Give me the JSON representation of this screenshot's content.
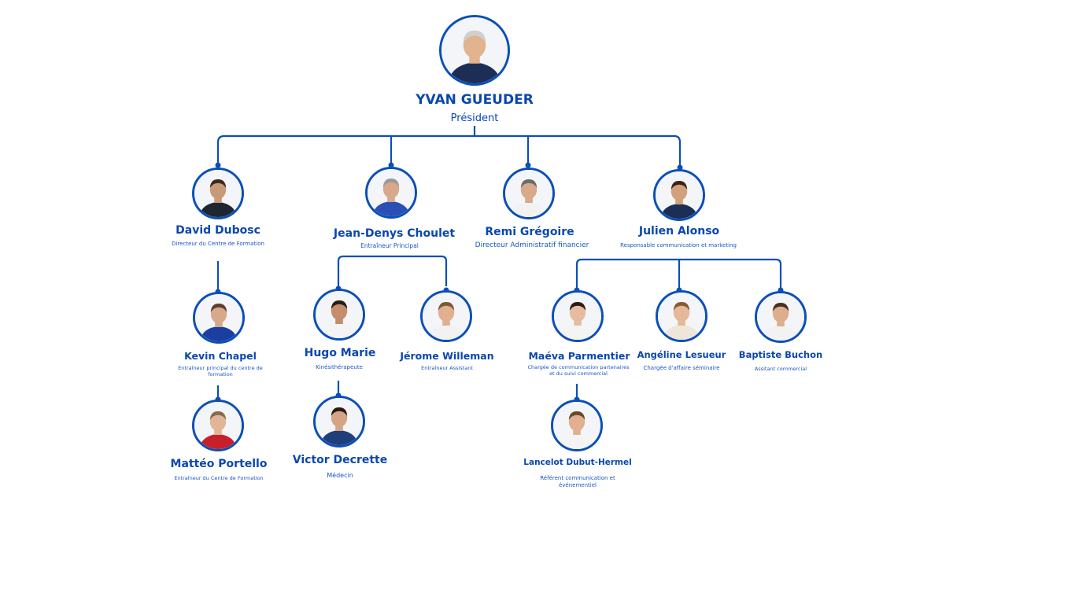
{
  "theme": {
    "accent": "#0a4fb8",
    "text": "#0a47b0"
  },
  "people": {
    "president": {
      "name": "YVAN GUEUDER",
      "role": "Président",
      "shirt": "#1c2e55",
      "skin": "#e2b38f",
      "hair": "#cfcfcf"
    },
    "dubosc": {
      "name": "David Dubosc",
      "role": "Directeur du Centre de Formation",
      "shirt": "#1e2630",
      "skin": "#c99a78",
      "hair": "#3a2a20"
    },
    "choulet": {
      "name": "Jean-Denys Choulet",
      "role": "Entraîneur Principal",
      "shirt": "#2a4fb5",
      "skin": "#d8a88a",
      "hair": "#9a9a9a"
    },
    "gregoire": {
      "name": "Remi Grégoire",
      "role": "Directeur Administratif  financier",
      "shirt": "#f2f2f2",
      "skin": "#d9a98a",
      "hair": "#6b6b6b"
    },
    "alonso": {
      "name": "Julien Alonso",
      "role": "Responsable communication et marketing",
      "shirt": "#1c2e55",
      "skin": "#d2a07a",
      "hair": "#3a2416"
    },
    "chapel": {
      "name": "Kevin Chapel",
      "role": "Entraîneur principal du centre de formation",
      "shirt": "#1a3fa0",
      "skin": "#d8a88a",
      "hair": "#5a4030"
    },
    "marie": {
      "name": "Hugo Marie",
      "role": "Kinésithérapeute",
      "shirt": "#f4f4f4",
      "skin": "#c48e6a",
      "hair": "#2a1c14"
    },
    "willeman": {
      "name": "Jérome Willeman",
      "role": "Entraîneur Assistant",
      "shirt": "#f2f2f2",
      "skin": "#e0b090",
      "hair": "#7a5a3a"
    },
    "parmentier": {
      "name": "Maéva Parmentier",
      "role": "Chargée de communication partenaires et du suivi commercial",
      "shirt": "#f4f4f4",
      "skin": "#e6bca0",
      "hair": "#2b1c14"
    },
    "lesueur": {
      "name": "Angéline Lesueur",
      "role": "Chargée d'affaire séminaire",
      "shirt": "#efe6da",
      "skin": "#e4b898",
      "hair": "#8a5a30"
    },
    "buchon": {
      "name": "Baptiste Buchon",
      "role": "Assitant commercial",
      "shirt": "#f2f2f2",
      "skin": "#dcae8e",
      "hair": "#4a3020"
    },
    "portello": {
      "name": "Mattéo Portello",
      "role": "Entraîneur du Centre de Formation",
      "shirt": "#c8202a",
      "skin": "#e2b498",
      "hair": "#8a6a4a"
    },
    "decrette": {
      "name": "Victor Decrette",
      "role": "Médecin",
      "shirt": "#1f3f7a",
      "skin": "#d4a484",
      "hair": "#2a1c14"
    },
    "dubut": {
      "name": "Lancelot Dubut-Hermel",
      "role": "Référent communication et événementiel",
      "shirt": "#f4f4f4",
      "skin": "#e0b090",
      "hair": "#6a4a2a"
    }
  }
}
